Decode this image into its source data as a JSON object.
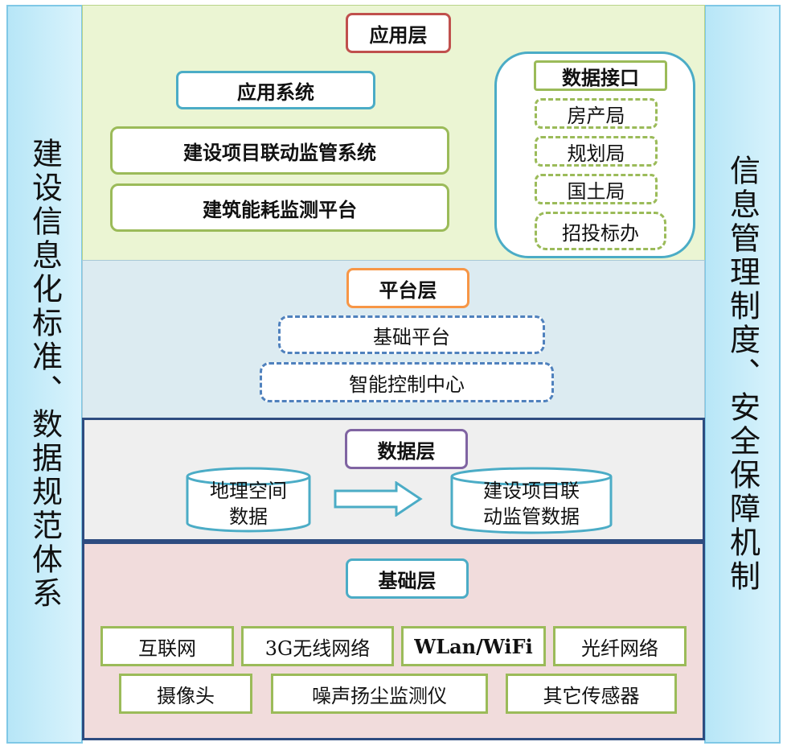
{
  "left_panel": "建设信息化标准、数据规范体系",
  "right_panel": "信息管理制度、安全保障机制",
  "application_layer": {
    "title": "应用层",
    "systems_title": "应用系统",
    "systems": [
      "建设项目联动监管系统",
      "建筑能耗监测平台"
    ],
    "interface_title": "数据接口",
    "interfaces": [
      "房产局",
      "规划局",
      "国土局",
      "招投标办"
    ]
  },
  "platform_layer": {
    "title": "平台层",
    "items": [
      "基础平台",
      "智能控制中心"
    ]
  },
  "data_layer": {
    "title": "数据层",
    "source": "地理空间数据",
    "source_lines": [
      "地理空间",
      "数据"
    ],
    "target": "建设项目联动监管数据",
    "target_lines": [
      "建设项目联",
      "动监管数据"
    ]
  },
  "base_layer": {
    "title": "基础层",
    "row1": [
      "互联网",
      "3G无线网络",
      "WLan/WiFi",
      "光纤网络"
    ],
    "row2": [
      "摄像头",
      "噪声扬尘监测仪",
      "其它传感器"
    ]
  },
  "colors": {
    "app_bg": "#ebf5d3",
    "platform_bg": "#dcebf1",
    "data_bg": "#efefef",
    "base_bg": "#f1dcdc",
    "app_title_border": "#c0504d",
    "platform_title_border": "#f79646",
    "data_title_border": "#8064a2",
    "teal_border": "#4bacc6",
    "green_border": "#9bbb59",
    "blue_dash": "#4f81bd"
  }
}
